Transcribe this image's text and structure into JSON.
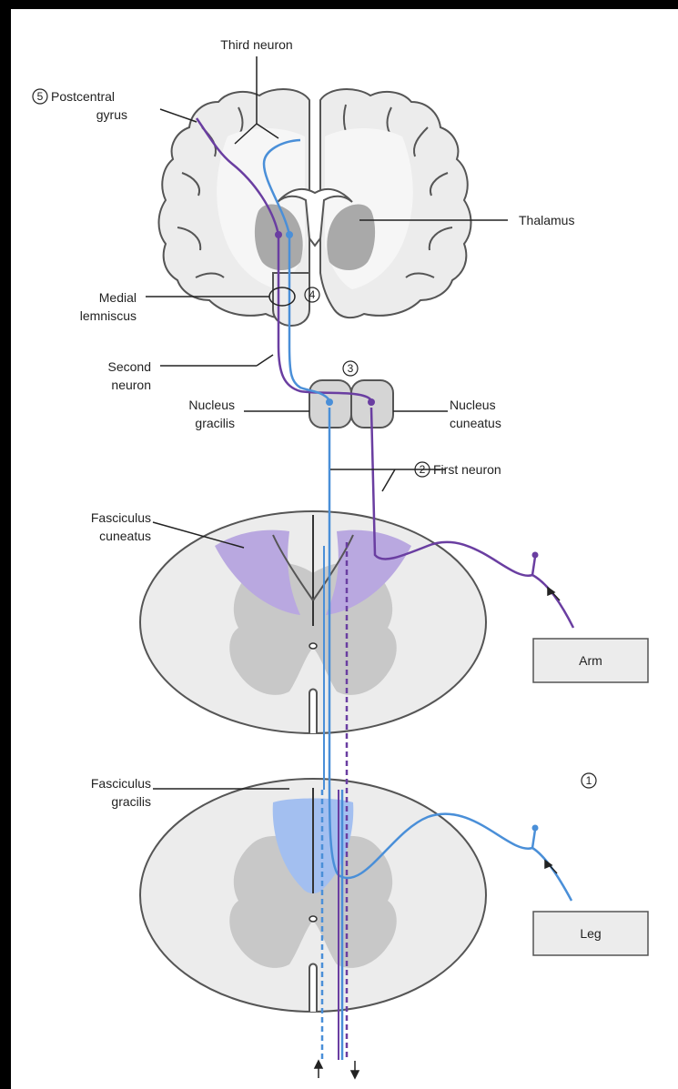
{
  "labels": {
    "third_neuron": "Third neuron",
    "postcentral_line1": "Postcentral",
    "postcentral_line2": "gyrus",
    "thalamus": "Thalamus",
    "medial_line1": "Medial",
    "medial_line2": "lemniscus",
    "second_line1": "Second",
    "second_line2": "neuron",
    "gracilis_nuc_line1": "Nucleus",
    "gracilis_nuc_line2": "gracilis",
    "cuneatus_nuc_line1": "Nucleus",
    "cuneatus_nuc_line2": "cuneatus",
    "first_neuron": "First neuron",
    "fasc_cuneatus_line1": "Fasciculus",
    "fasc_cuneatus_line2": "cuneatus",
    "fasc_gracilis_line1": "Fasciculus",
    "fasc_gracilis_line2": "gracilis",
    "arm": "Arm",
    "leg": "Leg"
  },
  "markers": {
    "m1": "1",
    "m2": "2",
    "m3": "3",
    "m4": "4",
    "m5": "5"
  },
  "colors": {
    "purple_pathway": "#6a3ea1",
    "blue_pathway": "#4a8fd8",
    "cuneatus_fill": "#b9a8e0",
    "gracilis_fill": "#a3bff0",
    "gray_matter": "#c8c8c8",
    "white_matter": "#ececec",
    "outline": "#555555"
  }
}
